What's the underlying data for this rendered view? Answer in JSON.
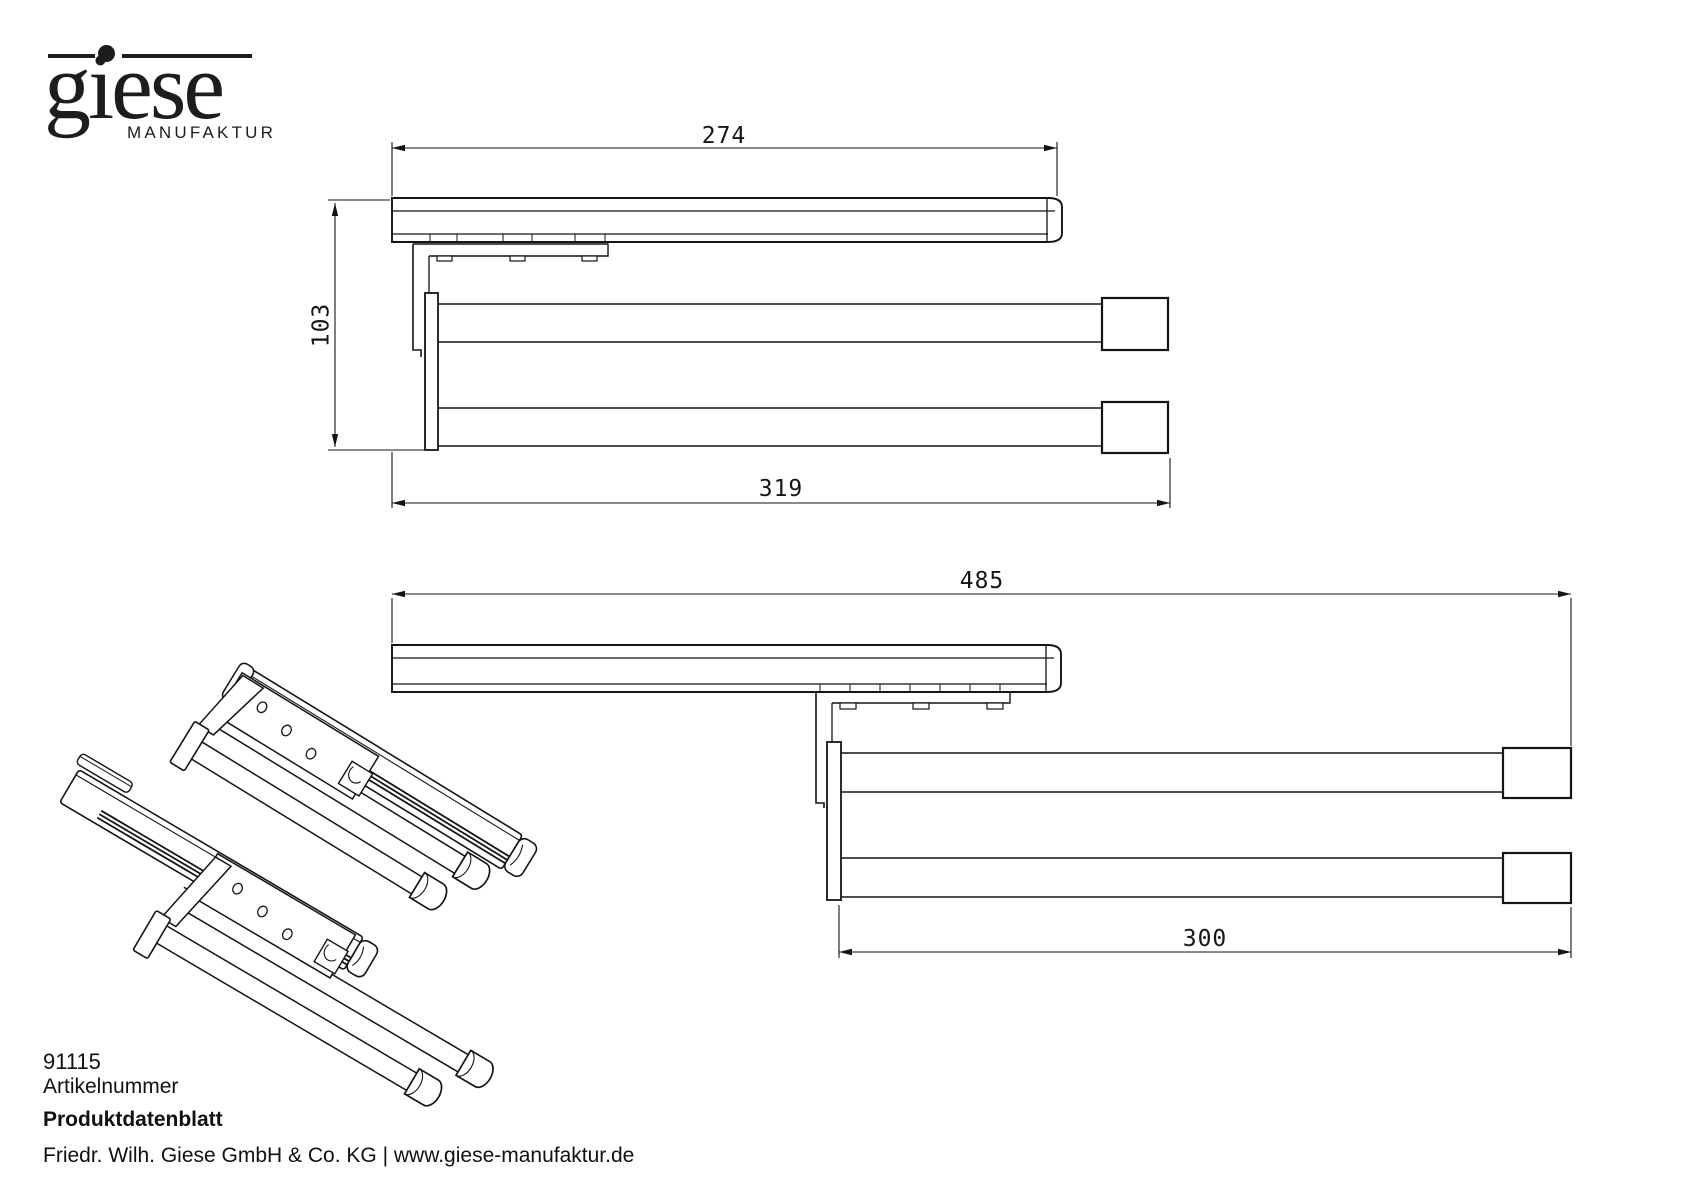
{
  "logo": {
    "brand": "giese",
    "subtitle": "MANUFAKTUR"
  },
  "dimensions": {
    "top_width": "274",
    "height": "103",
    "depth": "319",
    "profile_width": "485",
    "bar_length": "300"
  },
  "footer": {
    "article_number": "91115",
    "article_number_label": "Artikelnummer",
    "sheet_type": "Produktdatenblatt",
    "company": "Friedr. Wilh. Giese GmbH & Co. KG | www.giese-manufaktur.de"
  },
  "colors": {
    "line": "#141414",
    "background": "#ffffff"
  }
}
